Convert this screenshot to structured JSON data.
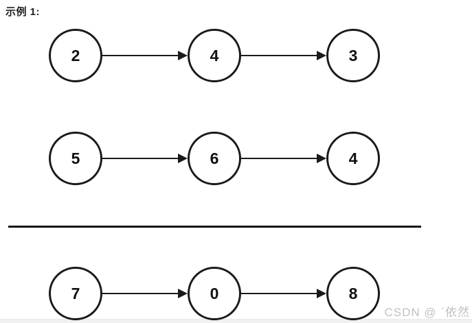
{
  "title": "示例 1:",
  "diagram": {
    "description": "three singly linked lists drawn as circles connected by right-pointing arrows",
    "lists": [
      {
        "nodes": [
          "2",
          "4",
          "3"
        ]
      },
      {
        "nodes": [
          "5",
          "6",
          "4"
        ]
      },
      {
        "nodes": [
          "7",
          "0",
          "8"
        ]
      }
    ],
    "node_stroke_color": "#1a1a1a",
    "arrow_color": "#1a1a1a"
  },
  "watermark": "CSDN @ ˊ依然",
  "watermark_color": "#c0c0c0"
}
